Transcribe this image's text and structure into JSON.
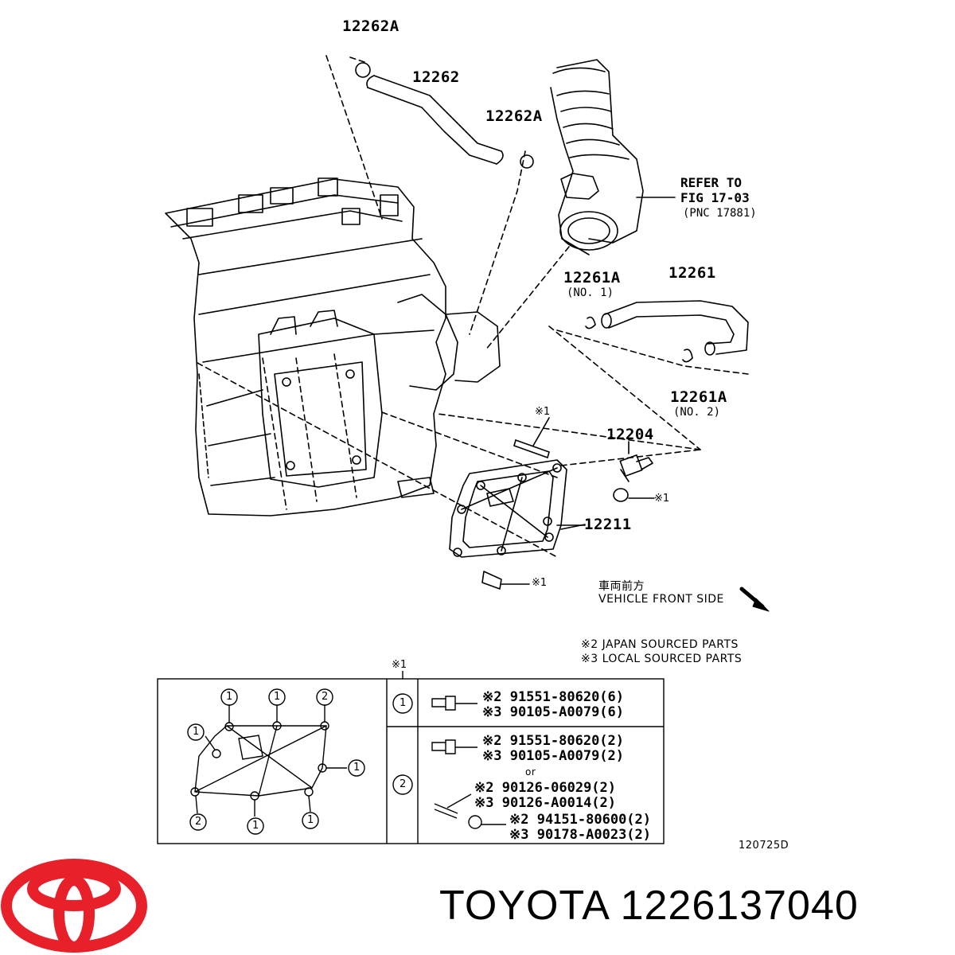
{
  "diagram": {
    "part_labels": {
      "clamp_top": "12262A",
      "hose_upper": "12262",
      "clamp_mid": "12262A",
      "hose_lower": "12261",
      "clamp_no1": "12261A",
      "clamp_no1_sub": "(NO. 1)",
      "clamp_no2": "12261A",
      "clamp_no2_sub": "(NO. 2)",
      "pcv_valve": "12204",
      "separator_case": "12211"
    },
    "refer": {
      "line1": "REFER TO",
      "line2": "FIG 17-03",
      "line3": "(PNC 17881)"
    },
    "marks": {
      "stud_mark": "※1",
      "nut_mark": "※1",
      "bolt_mark": "※1",
      "table_mark": "※1"
    },
    "front": {
      "jp": "車両前方",
      "en": "VEHICLE FRONT SIDE"
    },
    "legend": {
      "line1": "※2 JAPAN SOURCED PARTS",
      "line2": "※3 LOCAL SOURCED PARTS"
    },
    "table": {
      "row1": {
        "index": "1",
        "a": "※2 91551-80620(6)",
        "b": "※3 90105-A0079(6)"
      },
      "row2": {
        "index": "2",
        "a": "※2 91551-80620(2)",
        "b": "※3 90105-A0079(2)",
        "or": "or",
        "c": "※2 90126-06029(2)",
        "d": "※3 90126-A0014(2)",
        "e": "※2 94151-80600(2)",
        "f": "※3 90178-A0023(2)"
      },
      "callouts": [
        "1",
        "1",
        "2",
        "1",
        "1",
        "2",
        "1",
        "1"
      ]
    },
    "figure_code": "120725D"
  },
  "footer": {
    "brand": "TOYOTA",
    "part_number": "1226137040",
    "logo_color": "#e8202a"
  }
}
